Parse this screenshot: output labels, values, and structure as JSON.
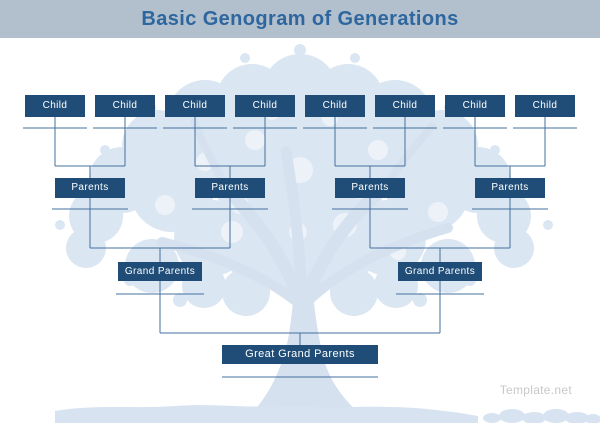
{
  "header": {
    "title": "Basic Genogram of Generations"
  },
  "genogram": {
    "children": [
      "Child",
      "Child",
      "Child",
      "Child",
      "Child",
      "Child",
      "Child",
      "Child"
    ],
    "parents": [
      "Parents",
      "Parents",
      "Parents",
      "Parents"
    ],
    "grandparents": [
      "Grand Parents",
      "Grand Parents"
    ],
    "great_grandparents": [
      "Great Grand Parents"
    ]
  },
  "watermark": {
    "text": "Template.net"
  },
  "colors": {
    "node_fill": "#1f4d78",
    "node_text": "#ffffff",
    "connector": "#44709d",
    "header_bg": "#b2bfcc",
    "header_text": "#2e679f",
    "tree_silhouette": "#dbe6f3",
    "trunk": "#d5e1ef",
    "watermark_text": "#c8c8c8"
  }
}
